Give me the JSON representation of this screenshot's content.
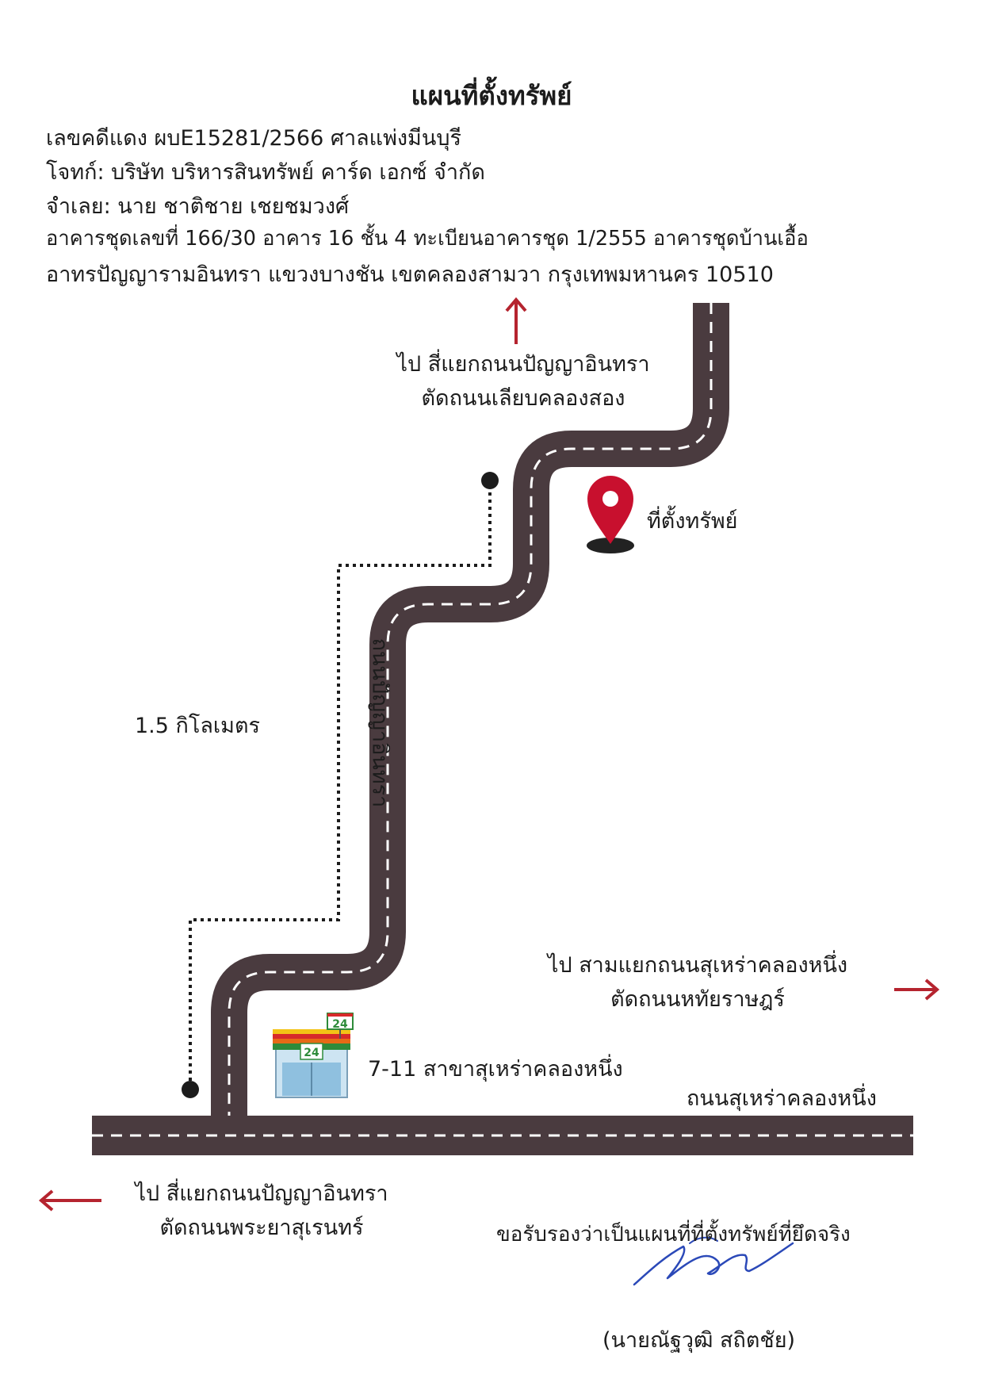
{
  "title": "แผนที่ตั้งทรัพย์",
  "case_info": {
    "case_number": "เลขคดีแดง ผบE15281/2566 ศาลแพ่งมีนบุรี",
    "plaintiff": "โจทก์: บริษัท บริหารสินทรัพย์ คาร์ด เอกซ์ จำกัด",
    "defendant": "จำเลย: นาย ชาติชาย เชยชมวงศ์",
    "address_line1": "อาคารชุดเลขที่ 166/30 อาคาร 16 ชั้น 4 ทะเบียนอาคารชุด 1/2555 อาคารชุดบ้านเอื้อ",
    "address_line2": "อาทรปัญญารามอินทรา แขวงบางชัน เขตคลองสามวา กรุงเทพมหานคร 10510"
  },
  "map": {
    "north_direction": {
      "line1": "ไป สี่แยกถนนปัญญาอินทรา",
      "line2": "ตัดถนนเลียบคลองสอง"
    },
    "property_label": "ที่ตั้งทรัพย์",
    "distance_label": "1.5 กิโลเมตร",
    "vertical_road_name": "ถนนปัญญาอินทรา",
    "east_direction": {
      "line1": "ไป สามแยกถนนสุเหร่าคลองหนึ่ง",
      "line2": "ตัดถนนหทัยราษฎร์"
    },
    "store": {
      "label": "7-11 สาขาสุเหร่าคลองหนึ่ง",
      "sign_text": "24"
    },
    "main_road_name": "ถนนสุเหร่าคลองหนึ่ง",
    "west_direction": {
      "line1": "ไป สี่แยกถนนปัญญาอินทรา",
      "line2": "ตัดถนนพระยาสุเรนทร์"
    }
  },
  "certification": {
    "statement": "ขอรับรองว่าเป็นแผนที่ที่ตั้งทรัพย์ที่ยึดจริง",
    "signer": "(นายณัฐวุฒิ สถิตชัย)"
  },
  "colors": {
    "road": "#4a3b3f",
    "arrow": "#b5242f",
    "pin": "#c8102e",
    "text": "#1c1c1c"
  },
  "icons": [
    "up-arrow-icon",
    "location-pin-icon",
    "right-arrow-icon",
    "left-arrow-icon",
    "store-icon"
  ]
}
